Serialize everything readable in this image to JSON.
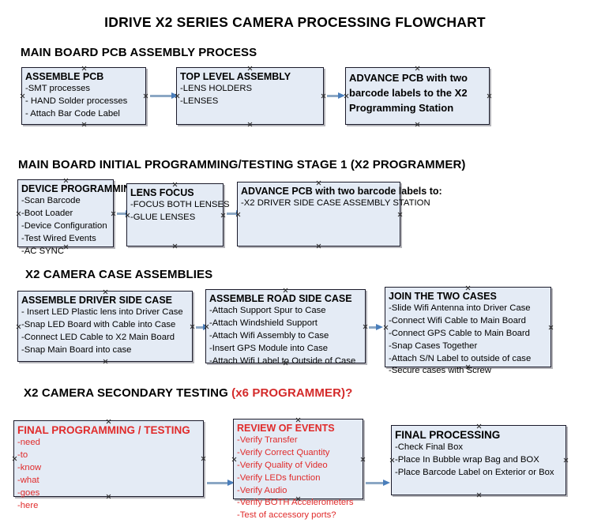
{
  "document": {
    "title": "IDRIVE X2  SERIES CAMERA PROCESSING FLOWCHART"
  },
  "sections": [
    {
      "id": "main-board-pcb-assembly",
      "heading": "MAIN BOARD PCB ASSEMBLY PROCESS",
      "heading_accent": ""
    },
    {
      "id": "main-board-initial-programming",
      "heading": "MAIN BOARD INITIAL PROGRAMMING/TESTING STAGE 1 (X2 PROGRAMMER)",
      "heading_accent": ""
    },
    {
      "id": "x2-camera-case-assemblies",
      "heading": "X2 CAMERA CASE ASSEMBLIES",
      "heading_accent": ""
    },
    {
      "id": "x2-camera-secondary-testing",
      "heading": "X2 CAMERA SECONDARY TESTING ",
      "heading_accent": "(x6 PROGRAMMER)?"
    }
  ],
  "nodes": [
    {
      "id": "assemble-pcb",
      "title": "ASSEMBLE PCB",
      "lines": [
        "-SMT processes",
        "- HAND Solder processes",
        "- Attach Bar Code Label"
      ],
      "color": "black"
    },
    {
      "id": "top-level-assembly",
      "title": "TOP LEVEL ASSEMBLY",
      "lines": [
        "-LENS HOLDERS",
        "-LENSES"
      ],
      "color": "black"
    },
    {
      "id": "advance-pcb-programming-station",
      "title": "ADVANCE PCB with two barcode labels to the  X2 Programming Station",
      "lines": [],
      "color": "black"
    },
    {
      "id": "device-programming",
      "title": "DEVICE PROGRAMMING",
      "lines": [
        "-Scan Barcode",
        "-Boot Loader",
        "-Device Configuration",
        "-Test Wired Events",
        "-AC SYNC"
      ],
      "color": "black"
    },
    {
      "id": "lens-focus",
      "title": "LENS FOCUS",
      "lines": [
        "-FOCUS BOTH LENSES",
        "-GLUE LENSES"
      ],
      "color": "black"
    },
    {
      "id": "advance-pcb-driver-side-station",
      "title": "ADVANCE PCB with two barcode labels to:",
      "lines": [
        "-X2 DRIVER  SIDE  CASE  ASSEMBLY STATION"
      ],
      "color": "black"
    },
    {
      "id": "assemble-driver-side-case",
      "title": "ASSEMBLE DRIVER SIDE CASE",
      "lines": [
        "- Insert LED Plastic lens into Driver Case",
        "-Snap LED Board with Cable into Case",
        "-Connect LED Cable to X2 Main Board",
        "-Snap Main Board into case"
      ],
      "color": "black"
    },
    {
      "id": "assemble-road-side-case",
      "title": "ASSEMBLE ROAD SIDE CASE",
      "lines": [
        "-Attach Support Spur to Case",
        "-Attach Windshield Support",
        "-Attach Wifi Assembly to Case",
        "-Insert GPS Module into Case",
        "-Attach Wifi Label to Outside of Case"
      ],
      "color": "black"
    },
    {
      "id": "join-the-two-cases",
      "title": "JOIN THE TWO CASES",
      "lines": [
        "-Slide Wifi Antenna into Driver Case",
        "-Connect Wifi Cable to Main Board",
        "-Connect GPS Cable to Main Board",
        "-Snap Cases Together",
        "-Attach S/N Label to outside of case",
        "-Secure cases with Screw"
      ],
      "color": "black"
    },
    {
      "id": "final-programming-testing",
      "title": "FINAL PROGRAMMING / TESTING",
      "lines": [
        "-need",
        "-to",
        "-know",
        "-what",
        "-goes",
        "-here"
      ],
      "color": "red"
    },
    {
      "id": "review-of-events",
      "title": "REVIEW OF EVENTS",
      "lines": [
        "-Verify Transfer",
        "-Verify Correct Quantity",
        "-Verify Quality of Video",
        "-Verify LEDs function",
        "-Verify Audio",
        "-Verify BOTH Accelerometers",
        "-Test of accessory ports?"
      ],
      "color": "red"
    },
    {
      "id": "final-processing",
      "title": "FINAL PROCESSING",
      "lines": [
        " -Check Final Box",
        "-Place In Bubble wrap Bag and BOX",
        "-Place Barcode Label on Exterior or Box"
      ],
      "color": "black"
    }
  ],
  "colors": {
    "node_fill": "#e4ebf5",
    "node_border": "#1b1b2b",
    "accent_red": "#e02b2b",
    "arrow_line": "#8ba7c4",
    "arrow_head": "#4a7ebb"
  }
}
